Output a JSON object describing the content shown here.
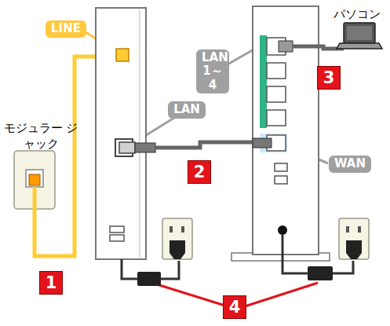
{
  "diagram": {
    "nodes": [
      {
        "text": [
          "LINE"
        ]
      },
      {
        "text": [
          "LAN"
        ]
      },
      {
        "text": [
          "LAN 1～4"
        ]
      },
      {
        "text": [
          "WAN"
        ]
      },
      {
        "text": [
          "1"
        ]
      },
      {
        "text": [
          "2"
        ]
      },
      {
        "text": [
          "3"
        ]
      },
      {
        "text": [
          "4"
        ]
      }
    ],
    "labels": [
      "モジュラー ジャック",
      "パソコン"
    ]
  }
}
